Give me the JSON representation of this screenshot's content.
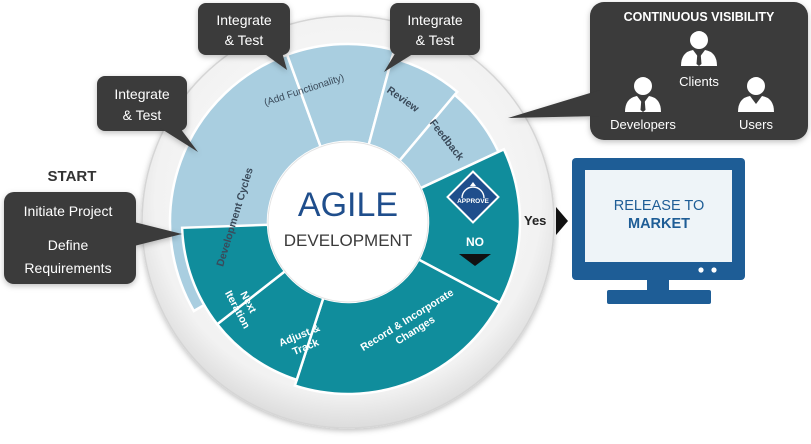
{
  "colors": {
    "light_segment": "#a9cee0",
    "teal_segment": "#108d9c",
    "dark_bubble": "#3a3a3a",
    "agile_text": "#1f4e8c",
    "monitor_frame": "#1e5d96",
    "monitor_screen": "#eef4f8"
  },
  "start": {
    "title": "START",
    "bubble_line1": "Initiate Project",
    "bubble_line2": "Define",
    "bubble_line3": "Requirements"
  },
  "integrate_bubbles": [
    {
      "line1": "Integrate",
      "line2": "& Test"
    },
    {
      "line1": "Integrate",
      "line2": "& Test"
    },
    {
      "line1": "Integrate",
      "line2": "& Test"
    }
  ],
  "center": {
    "title": "AGILE",
    "subtitle": "DEVELOPMENT"
  },
  "segments": {
    "development_cycles": "Development Cycles",
    "add_functionality": "(Add Functionality)",
    "review": "Review",
    "feedback": "Feedback",
    "approve_badge": "APPROVE",
    "no_label": "NO",
    "record_line1": "Record & Incorporate",
    "record_line2": "Changes",
    "adjust_line1": "Adjust &",
    "adjust_line2": "Track",
    "next_line1": "Next",
    "next_line2": "Iteration"
  },
  "yes_label": "Yes",
  "release": {
    "line1": "RELEASE TO",
    "line2": "MARKET"
  },
  "visibility": {
    "title": "CONTINUOUS VISIBILITY",
    "roles": [
      "Clients",
      "Developers",
      "Users"
    ]
  },
  "icons": [
    "person-icon",
    "approve-badge-icon",
    "arrow-right-icon",
    "arrow-down-icon",
    "monitor-icon"
  ]
}
